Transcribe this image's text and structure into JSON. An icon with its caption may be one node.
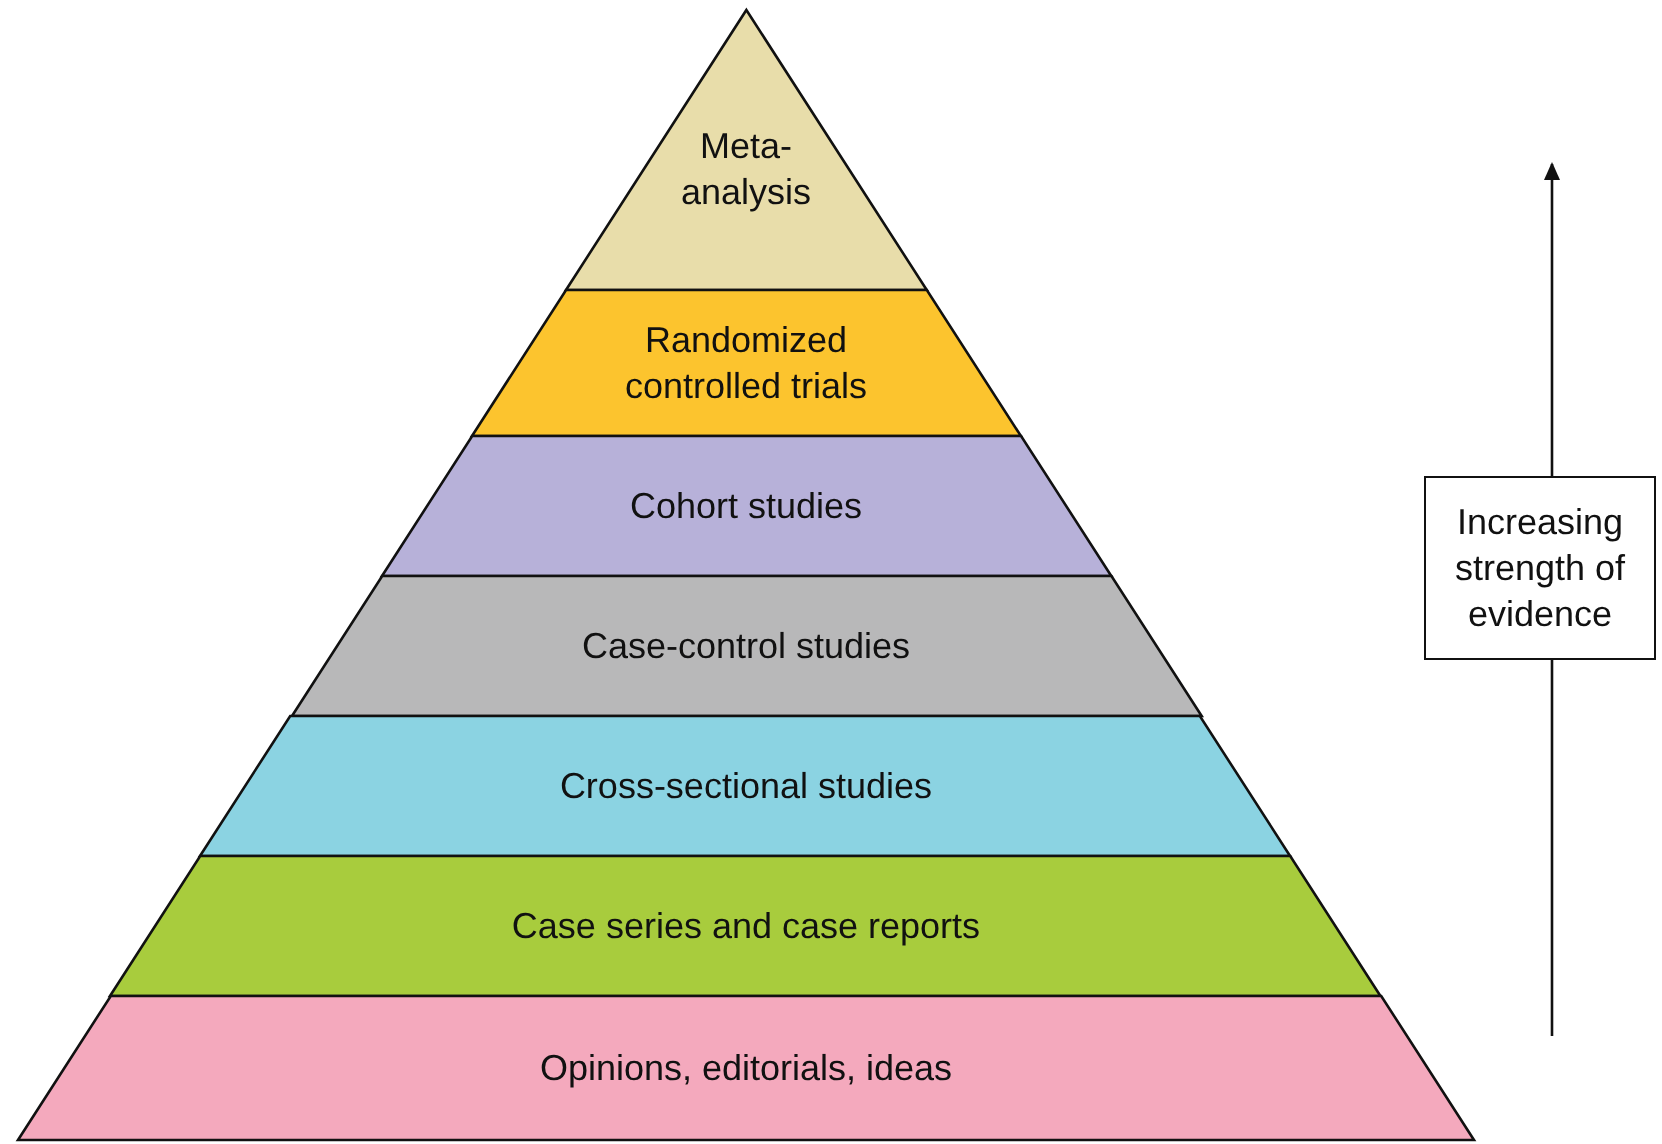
{
  "diagram": {
    "nodes": [
      {
        "text": [
          "Meta- analysis"
        ]
      },
      {
        "text": [
          "Randomized controlled trials"
        ]
      },
      {
        "text": [
          "Cohort studies"
        ]
      },
      {
        "text": [
          "Case-control studies"
        ]
      },
      {
        "text": [
          "Cross-sectional studies"
        ]
      },
      {
        "text": [
          "Case series and case reports"
        ]
      },
      {
        "text": [
          "Opinions, editorials, ideas"
        ]
      },
      {
        "text": [
          "Increasing strength of evidence"
        ]
      }
    ],
    "edges": []
  }
}
